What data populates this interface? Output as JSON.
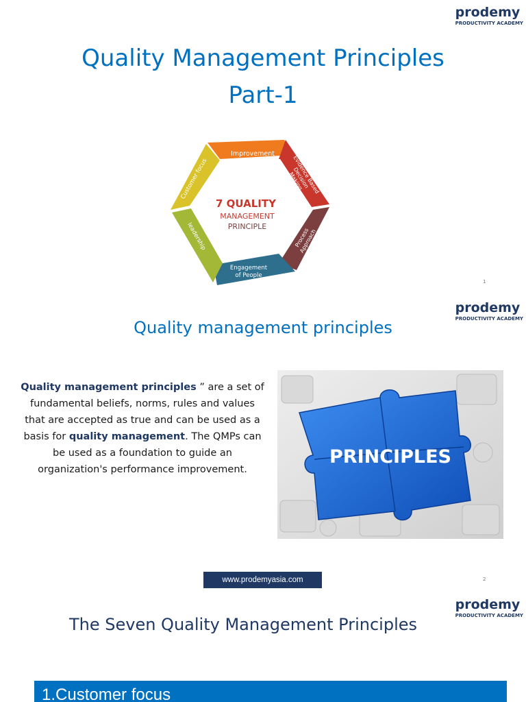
{
  "brand": {
    "name": "prodemy",
    "tagline": "PRODUCTIVITY ACADEMY"
  },
  "slide1": {
    "title_line1": "Quality Management Principles",
    "title_line2": "Part-1",
    "page_number": "1",
    "wheel": {
      "center_line1": "7 QUALITY",
      "center_line2": "MANAGEMENT",
      "center_line3": "PRINCIPLE",
      "segments": [
        {
          "label": "Improvement",
          "color": "#f07b1f"
        },
        {
          "label_lines": [
            "Evidence Based",
            "Decision",
            "Making"
          ],
          "color": "#c9372c"
        },
        {
          "label_lines": [
            "Process",
            "Approach"
          ],
          "color": "#7b3f3f"
        },
        {
          "label_lines": [
            "Engagement",
            "of People"
          ],
          "color": "#2e6f8e"
        },
        {
          "label": "leadership",
          "color": "#a4b838"
        },
        {
          "label": "Customer focus",
          "color": "#d9c22a"
        }
      ]
    }
  },
  "slide2": {
    "title": "Quality management principles",
    "body": {
      "lead_bold": "Quality management principles",
      "part1": " ” are a set of fundamental beliefs, norms, rules and values that are accepted as true and can be used as a basis for ",
      "bold2": "quality management",
      "part2": ". The QMPs can be used as a foundation to guide an organization's performance improvement."
    },
    "image_word": "PRINCIPLES",
    "url": "www.prodemyasia.com",
    "page_number": "2"
  },
  "slide3": {
    "title": "The Seven Quality Management Principles",
    "bar_label": "1.Customer focus"
  },
  "colors": {
    "title_blue": "#0070c0",
    "navy": "#1f3864",
    "puzzle_blue": "#1a6fd6"
  }
}
